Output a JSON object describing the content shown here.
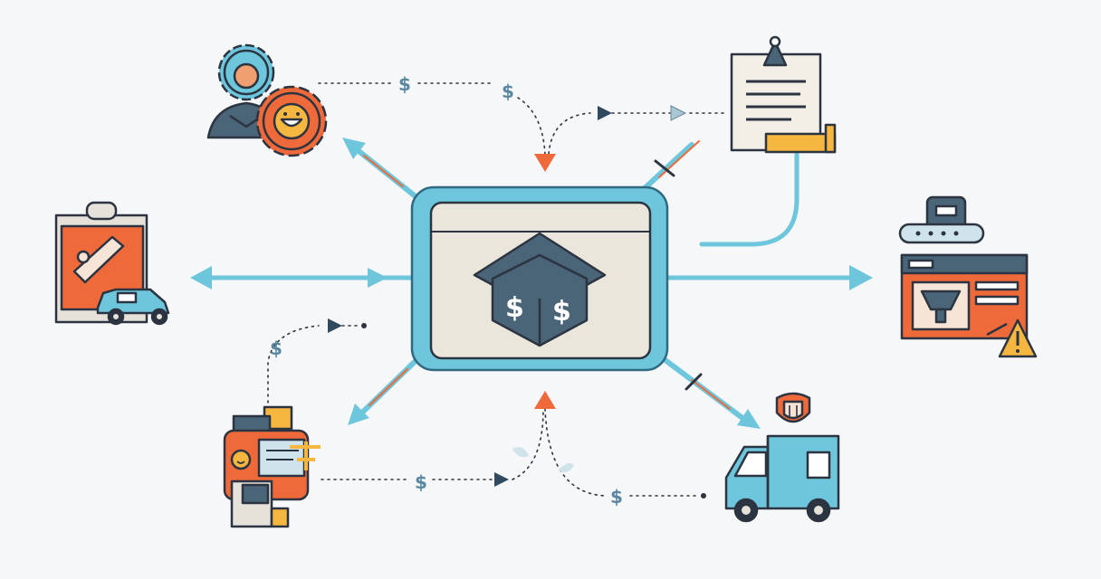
{
  "symbols": {
    "currency": "$"
  },
  "colors": {
    "background": "#f6f7f8",
    "blue": "#6ec6dc",
    "blue_dark": "#2f6a80",
    "orange": "#ef6a3a",
    "slate": "#4a6478",
    "cream": "#ebe6dc",
    "yellow": "#f6b740",
    "outline": "#2b3440"
  },
  "nodes": [
    {
      "name": "central-budget-window",
      "icon": "money-box-icon"
    },
    {
      "name": "team-gears",
      "icon": "team-gears-icon"
    },
    {
      "name": "document-clipboard",
      "icon": "document-icon"
    },
    {
      "name": "orange-clipboard-car",
      "icon": "clipboard-car-icon"
    },
    {
      "name": "dashboard-warning",
      "icon": "dashboard-warning-icon"
    },
    {
      "name": "robot-machine",
      "icon": "machine-icon"
    },
    {
      "name": "delivery-van",
      "icon": "van-icon"
    }
  ]
}
